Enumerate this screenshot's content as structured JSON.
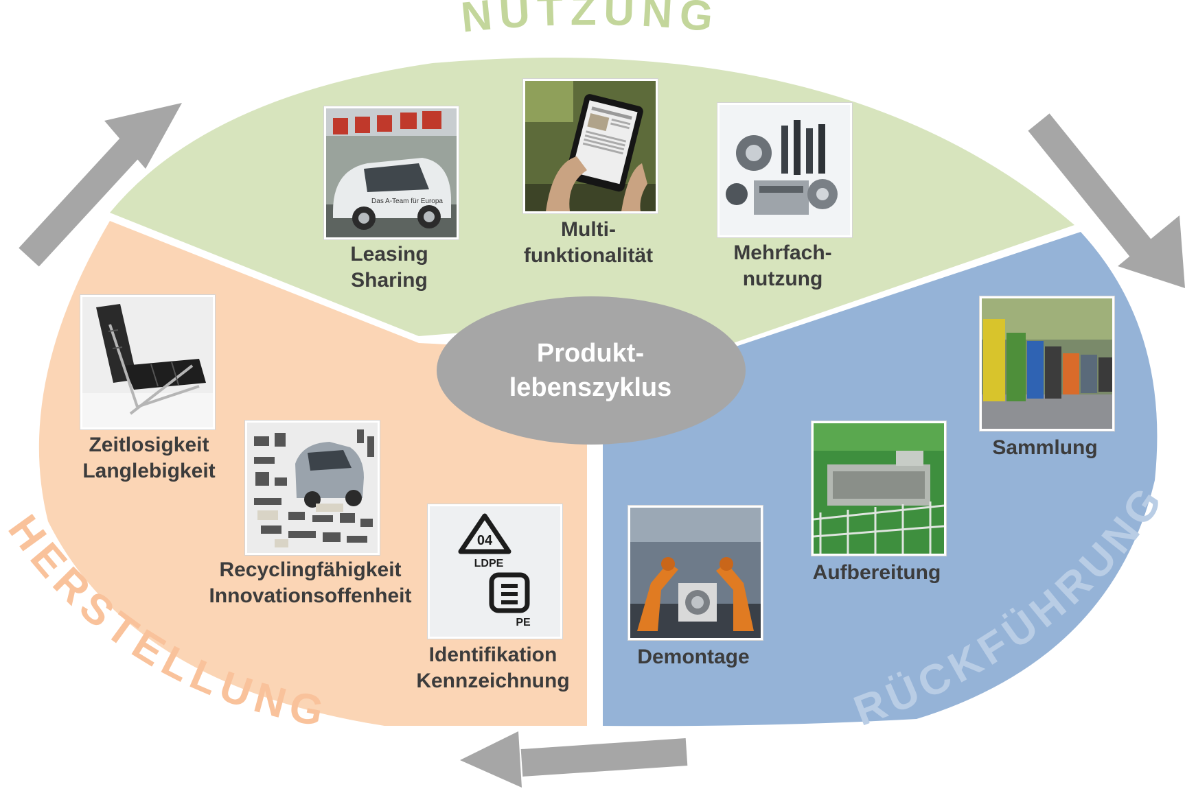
{
  "center": {
    "line1": "Produkt-",
    "line2": "lebenszyklus"
  },
  "phases": {
    "nutzung": {
      "title": "NUTZUNG",
      "color": "#d7e4bd",
      "title_color": "#c3d69b"
    },
    "herstellung": {
      "title": "HERSTELLUNG",
      "color": "#fbd5b5",
      "title_color": "#f9c29b"
    },
    "rueckfuehrung": {
      "title": "RÜCKFÜHRUNG",
      "color": "#95b3d7",
      "title_color": "#b9cde5"
    }
  },
  "items": {
    "leasing": {
      "line1": "Leasing",
      "line2": "Sharing",
      "icon": "carsharing-photo"
    },
    "multi": {
      "line1": "Multi-",
      "line2": "funktionalität",
      "icon": "tablet-photo"
    },
    "mehrfach": {
      "line1": "Mehrfach-",
      "line2": "nutzung",
      "icon": "auto-parts-photo"
    },
    "zeitlos": {
      "line1": "Zeitlosigkeit",
      "line2": "Langlebigkeit",
      "icon": "lounge-chair-photo"
    },
    "recycling": {
      "line1": "Recyclingfähigkeit",
      "line2": "Innovationsoffenheit",
      "icon": "disassembled-car-photo"
    },
    "ident": {
      "line1": "Identifikation",
      "line2": "Kennzeichnung",
      "icon": "recycling-code-photo"
    },
    "sammlung": {
      "line1": "Sammlung",
      "icon": "waste-bins-photo"
    },
    "aufbereitung": {
      "line1": "Aufbereitung",
      "icon": "recycling-plant-photo"
    },
    "demontage": {
      "line1": "Demontage",
      "icon": "robot-disassembly-photo"
    }
  },
  "photo_text": {
    "car_sign": "Das A-Team für Europa",
    "code1_number": "04",
    "code1_label": "LDPE",
    "code2_label": "PE"
  },
  "colors": {
    "arrow": "#a6a6a6",
    "center": "#a6a6a6",
    "label": "#3c3c3c"
  }
}
